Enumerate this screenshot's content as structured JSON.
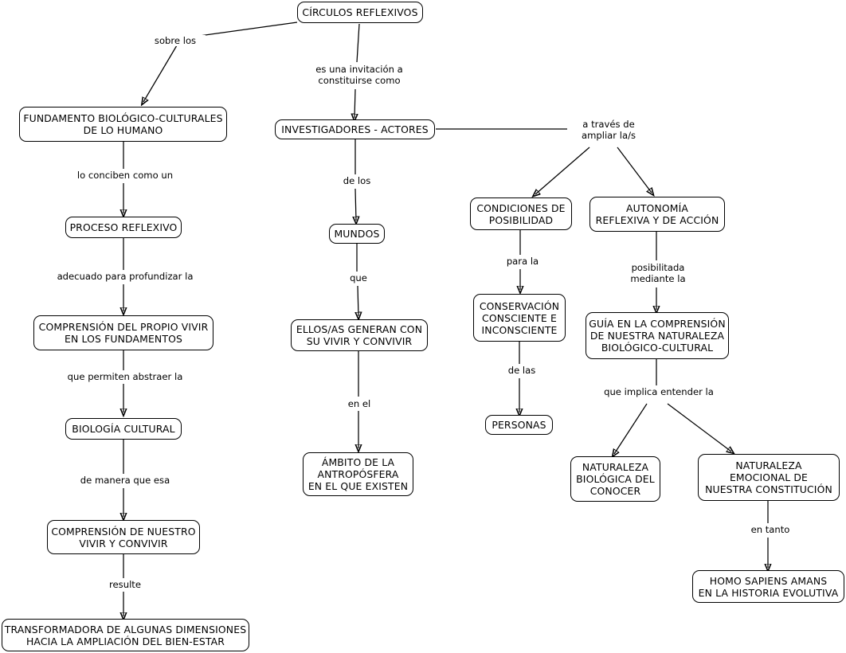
{
  "map": {
    "title": "CÍRCULOS REFLEXIVOS",
    "background_color": "#ffffff",
    "line_color": "#000000",
    "node_border_color": "#000000",
    "text_color": "#000000"
  },
  "nodes": {
    "circulos_reflexivos": "CÍRCULOS REFLEXIVOS",
    "fundamento": "FUNDAMENTO BIOLÓGICO-CULTURALES\nDE LO HUMANO",
    "proceso_reflexivo": "PROCESO REFLEXIVO",
    "comprension_propio_vivir": "COMPRENSIÓN DEL PROPIO VIVIR\nEN LOS FUNDAMENTOS",
    "biologia_cultural": "BIOLOGÍA CULTURAL",
    "comprension_nuestro_vivir": "COMPRENSIÓN DE NUESTRO\nVIVIR Y CONVIVIR",
    "transformadora": "TRANSFORMADORA DE ALGUNAS DIMENSIONES\nHACIA LA AMPLIACIÓN DEL BIEN-ESTAR",
    "investigadores_actores": "INVESTIGADORES - ACTORES",
    "mundos": "MUNDOS",
    "ellos_as_generan": "ELLOS/AS GENERAN CON\nSU VIVIR Y CONVIVIR",
    "ambito_antroposfera": "ÁMBITO DE LA\nANTROPÓSFERA\nEN EL QUE EXISTEN",
    "condiciones_posibilidad": "CONDICIONES DE\nPOSIBILIDAD",
    "conservacion": "CONSERVACIÓN\nCONSCIENTE E\nINCONSCIENTE",
    "personas": "PERSONAS",
    "autonomia": "AUTONOMÍA\nREFLEXIVA Y DE ACCIÓN",
    "guia_comprension": "GUÍA EN LA COMPRENSIÓN\nDE NUESTRA NATURALEZA\nBIOLÓGICO-CULTURAL",
    "naturaleza_biologica": "NATURALEZA\nBIOLÓGICA DEL\nCONOCER",
    "naturaleza_emocional": "NATURALEZA\nEMOCIONAL  DE\nNUESTRA CONSTITUCIÓN",
    "homo_sapiens_amans": "HOMO SAPIENS AMANS\nEN LA HISTORIA EVOLUTIVA"
  },
  "link_labels": {
    "sobre_los": "sobre los",
    "es_una_invitacion": "es una invitación a\nconstituirse como",
    "lo_conciben": "lo conciben como un",
    "adecuado_para": "adecuado para profundizar la",
    "que_permiten": "que permiten abstraer la",
    "de_manera_que_esa": "de manera que esa",
    "resulte": "resulte",
    "de_los": "de los",
    "que": "que",
    "en_el": "en el",
    "a_traves_de": "a través de\nampliar la/s",
    "para_la": "para la",
    "de_las": "de las",
    "posibilitada": "posibilitada\nmediante la",
    "que_implica": "que implica entender la",
    "en_tanto": "en tanto"
  }
}
